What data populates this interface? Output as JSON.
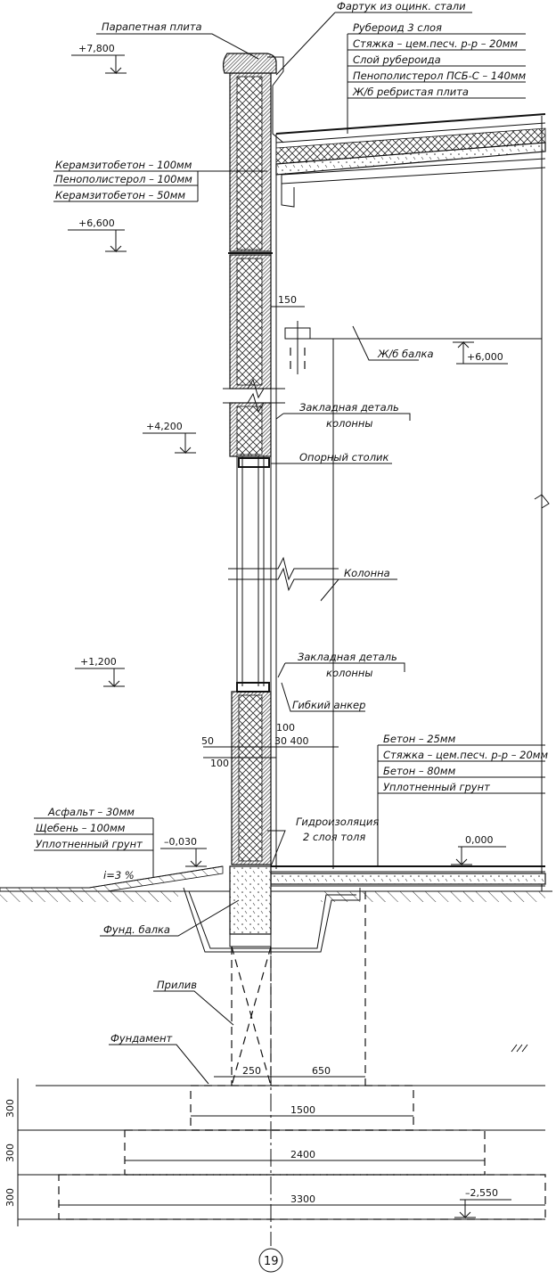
{
  "labels": {
    "fartuk": "Фартук из оцинк. стали",
    "parapet": "Парапетная плита",
    "roof": [
      "Рубероид 3 слоя",
      "Стяжка – цем.песч. р-р – 20мм",
      "Слой рубероида",
      "Пенополистерол ПСБ-С – 140мм",
      "Ж/б ребристая плита"
    ],
    "wall": [
      "Керамзитобетон – 100мм",
      "Пенополистерол – 100мм",
      "Керамзитобетон – 50мм"
    ],
    "beam": "Ж/б балка",
    "embed1": [
      "Закладная деталь",
      "колонны"
    ],
    "support": "Опорный столик",
    "column": "Колонна",
    "embed2": [
      "Закладная деталь",
      "колонны"
    ],
    "anchor": "Гибкий анкер",
    "floor": [
      "Бетон – 25мм",
      "Стяжка – цем.песч. р-р – 20мм",
      "Бетон – 80мм",
      "Уплотненный грунт"
    ],
    "blind": [
      "Асфальт – 30мм",
      "Щебень – 100мм",
      "Уплотненный грунт"
    ],
    "waterproof": [
      "Гидроизоляция",
      "2 слоя толя"
    ],
    "fund_beam": "Фунд. балка",
    "priliv": "Прилив",
    "foundation": "Фундамент",
    "slope": "i=3 %",
    "axis": "19"
  },
  "levels": {
    "l7800": "+7,800",
    "l6600": "+6,600",
    "l6000": "+6,000",
    "l4200": "+4,200",
    "l1200": "+1,200",
    "l0030": "–0,030",
    "l0000": "0,000",
    "l2550": "–2,550"
  },
  "dims": {
    "d150": "150",
    "d100a": "100",
    "d50": "50",
    "d30400": "30 400",
    "d100b": "100",
    "d250": "250",
    "d650": "650",
    "d1500": "1500",
    "d2400": "2400",
    "d3300": "3300",
    "h300a": "300",
    "h300b": "300",
    "h300c": "300"
  }
}
